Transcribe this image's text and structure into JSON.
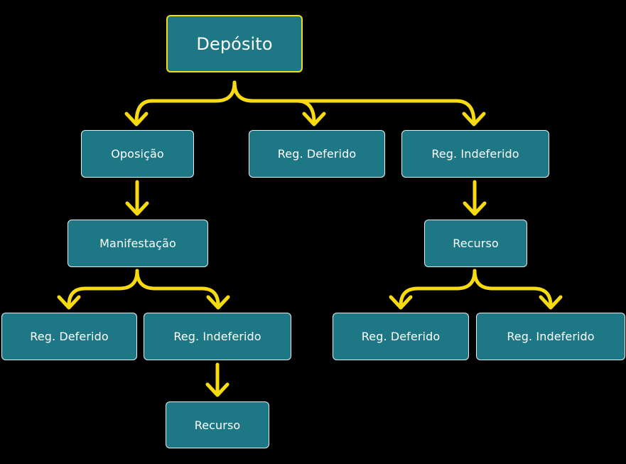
{
  "colors": {
    "background": "#000000",
    "node_fill": "#1E7784",
    "node_border": "#e6efef",
    "root_border": "#F7DA0F",
    "arrow": "#F7DA0F",
    "text": "#ffffff"
  },
  "nodes": {
    "deposito": "Depósito",
    "oposicao": "Oposição",
    "reg_deferido_top": "Reg. Deferido",
    "reg_indeferido_top": "Reg. Indeferido",
    "manifestacao": "Manifestação",
    "recurso_right": "Recurso",
    "reg_deferido_left": "Reg. Deferido",
    "reg_indeferido_left": "Reg. Indeferido",
    "reg_deferido_right": "Reg. Deferido",
    "reg_indeferido_right": "Reg. Indeferido",
    "recurso_bottom": "Recurso"
  },
  "edges": [
    {
      "from": "deposito",
      "to": "oposicao"
    },
    {
      "from": "deposito",
      "to": "reg_deferido_top"
    },
    {
      "from": "deposito",
      "to": "reg_indeferido_top"
    },
    {
      "from": "oposicao",
      "to": "manifestacao"
    },
    {
      "from": "reg_indeferido_top",
      "to": "recurso_right"
    },
    {
      "from": "manifestacao",
      "to": "reg_deferido_left"
    },
    {
      "from": "manifestacao",
      "to": "reg_indeferido_left"
    },
    {
      "from": "recurso_right",
      "to": "reg_deferido_right"
    },
    {
      "from": "recurso_right",
      "to": "reg_indeferido_right"
    },
    {
      "from": "reg_indeferido_left",
      "to": "recurso_bottom"
    }
  ]
}
